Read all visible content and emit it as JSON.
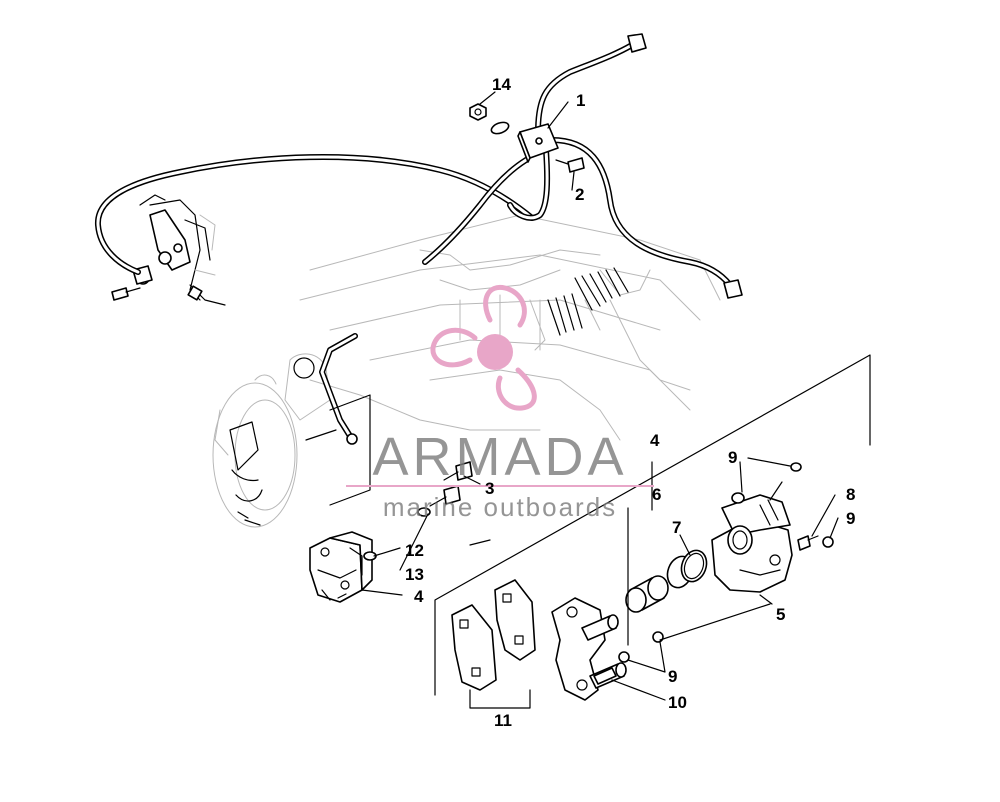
{
  "watermark": {
    "brand": "ARMADA",
    "tagline": "marine outboards",
    "logo_color": "#e8a6c8",
    "text_color": "#7a7a7a"
  },
  "callouts": {
    "c1": "1",
    "c2": "2",
    "c3": "3",
    "c4a": "4",
    "c4b": "4",
    "c5": "5",
    "c6": "6",
    "c7": "7",
    "c8": "8",
    "c9a": "9",
    "c9b": "9",
    "c9c": "9",
    "c10": "10",
    "c11": "11",
    "c12": "12",
    "c13": "13",
    "c14": "14"
  }
}
